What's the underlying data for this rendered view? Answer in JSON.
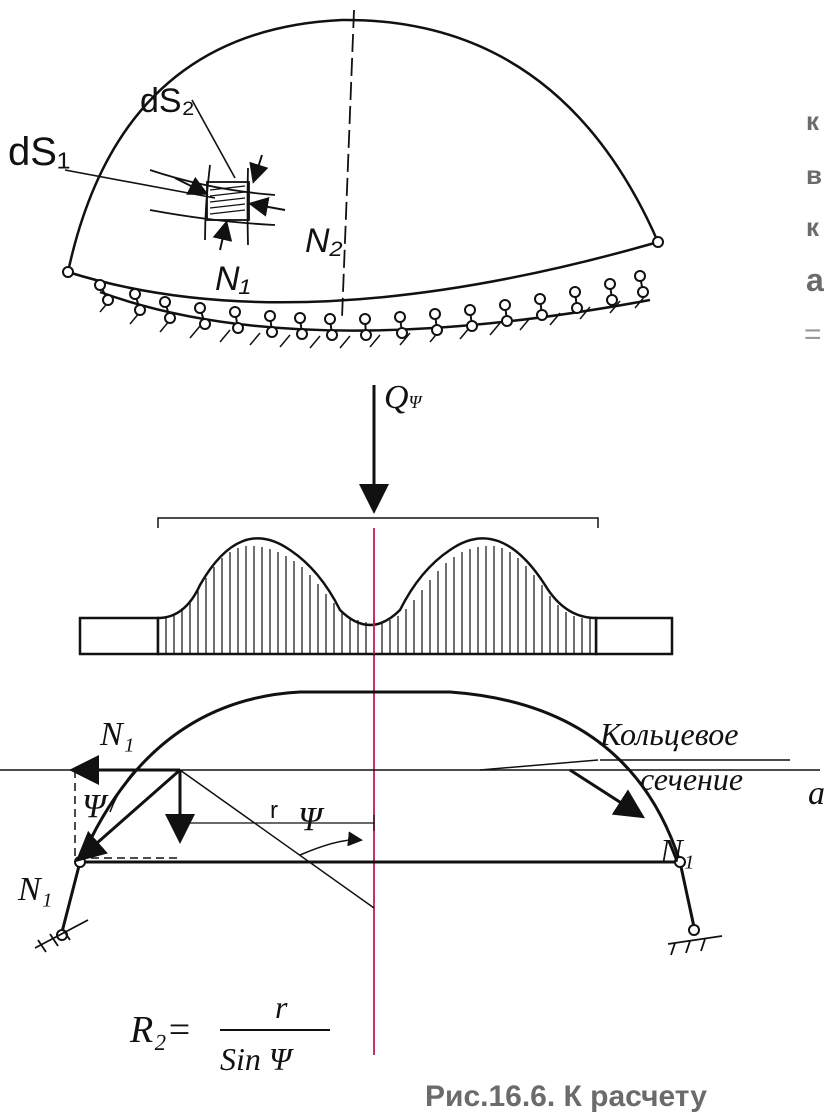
{
  "labels": {
    "dS2": "dS₂",
    "dS1": "dS₁",
    "N2": "N₂",
    "N1_top": "N₁",
    "Q": "Q",
    "Q_sub": "Ψ",
    "ring_line1": "Кольцевое",
    "ring_line2": "сечение",
    "a": "a",
    "N1_left_top": "N₁",
    "N1_left_bottom": "N₁",
    "N1_right": "N₁",
    "psi_left": "Ψ",
    "psi_center": "Ψ",
    "r": "r",
    "R2_lhs": "R₂=",
    "R2_num": "r",
    "R2_den": "Sin Ψ"
  },
  "side_text": [
    "к",
    "в",
    "к",
    "а",
    "="
  ],
  "caption": "Рис.16.6. К расчету"
}
